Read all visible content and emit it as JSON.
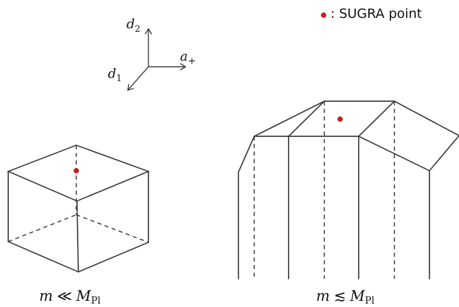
{
  "legend": {
    "marker_label": ": SUGRA point",
    "marker_color": "#e01818"
  },
  "axes": {
    "d2": {
      "sym": "d",
      "sub": "2"
    },
    "a_plus": {
      "sym": "a",
      "sub": "+"
    },
    "d1": {
      "sym": "d",
      "sub": "1"
    }
  },
  "captions": {
    "left": {
      "lhs": "m",
      "rel": "≪",
      "rhs": "M",
      "sub": "Pl"
    },
    "right": {
      "lhs": "m",
      "rel": "≲",
      "rhs": "M",
      "sub": "Pl"
    }
  }
}
